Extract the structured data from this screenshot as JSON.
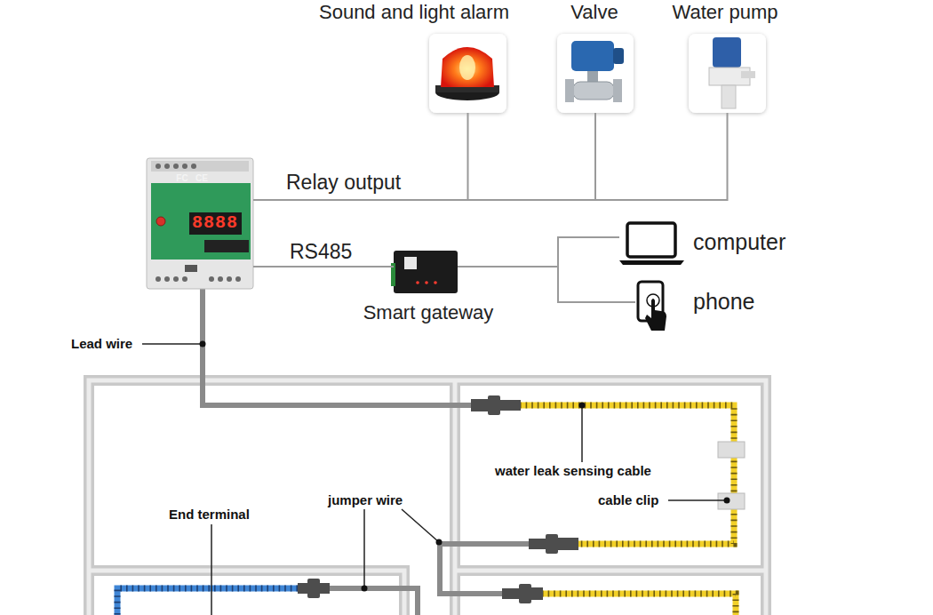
{
  "diagram": {
    "nodes": [
      {
        "text": [
          "Sound and light alarm"
        ]
      },
      {
        "text": [
          "Valve"
        ]
      },
      {
        "text": [
          "Water pump"
        ]
      },
      {
        "text": [
          "FC",
          "CE",
          "8888"
        ]
      },
      {
        "text": [
          "Smart gateway"
        ]
      },
      {
        "text": [
          "computer"
        ]
      },
      {
        "text": [
          "phone"
        ]
      }
    ],
    "edges": [
      {
        "from": 3,
        "to": 0,
        "arrow": "none",
        "label": "Relay output"
      },
      {
        "from": 3,
        "to": 1,
        "arrow": "none"
      },
      {
        "from": 3,
        "to": 2,
        "arrow": "none"
      },
      {
        "from": 3,
        "to": 4,
        "arrow": "none",
        "label": "RS485"
      },
      {
        "from": 4,
        "to": 5,
        "arrow": "none"
      },
      {
        "from": 4,
        "to": 6,
        "arrow": "none"
      }
    ],
    "labels": [
      "Lead wire",
      "water leak sensing cable",
      "cable clip",
      "End terminal",
      "jumper wire"
    ]
  }
}
